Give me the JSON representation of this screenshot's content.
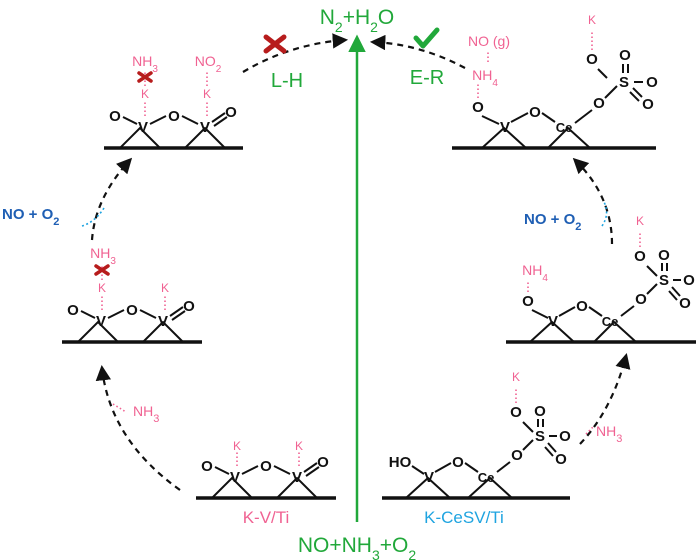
{
  "center": {
    "top_html": "N<tspan baseline-shift='sub' font-size='14'>2</tspan>+H<tspan baseline-shift='sub' font-size='14'>2</tspan>O",
    "bottom_html": "NO+NH<tspan baseline-shift='sub' font-size='14'>3</tspan>+O<tspan baseline-shift='sub' font-size='14'>2</tspan>"
  },
  "mechanisms": {
    "left": "L-H",
    "right": "E-R"
  },
  "catalysts": {
    "left": "K-V/Ti",
    "right": "K-CeSV/Ti"
  },
  "labels": {
    "nh3": "NH<tspan baseline-shift='sub' font-size='10'>3</tspan>",
    "nh4": "NH<tspan baseline-shift='sub' font-size='10'>4</tspan>",
    "no2": "NO<tspan baseline-shift='sub' font-size='10'>2</tspan>",
    "no_gas": "NO (g)",
    "k": "K",
    "nh3_arrow": "NH<tspan baseline-shift='sub' font-size='11'>3</tspan>",
    "no_o2": "NO + O<tspan baseline-shift='sub' font-size='11'>2</tspan>"
  },
  "atoms": {
    "V": "V",
    "O": "O",
    "Ce": "Ce",
    "S": "S",
    "HO": "HO"
  },
  "colors": {
    "green": "#21a83a",
    "pink": "#f06292",
    "blue": "#1f5fb4",
    "cyan": "#1fa4e0",
    "cross_red": "#b71c1c",
    "check_green": "#21a83a"
  }
}
